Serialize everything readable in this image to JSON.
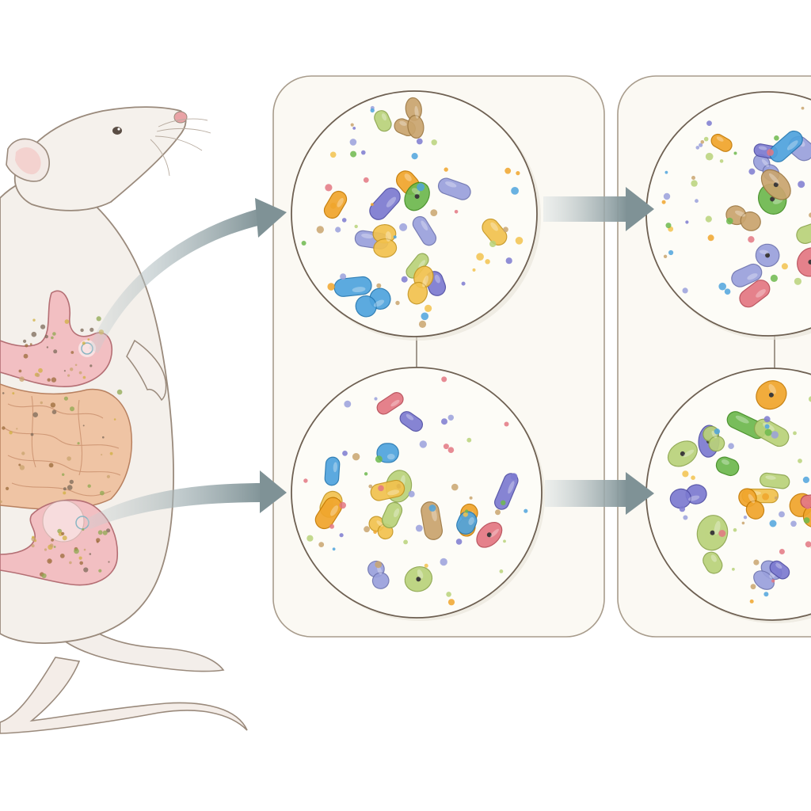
{
  "colors": {
    "background": "#ffffff",
    "panel_fill": "#fbf9f3",
    "panel_stroke": "#a89c8c",
    "dish_fill": "#fdfcf7",
    "dish_stroke": "#6e6052",
    "arrow": "#8c9ea3",
    "rat_body": "#f4f0eb",
    "rat_outline": "#9a8a7c",
    "stomach": "#f2bfc2",
    "intestine": "#efc4a4",
    "ear_inner": "#f3d2cf",
    "nose": "#e9a3a6"
  },
  "microbe_palette": [
    "#4fa3dd",
    "#7c7ad0",
    "#6db84e",
    "#f0a52c",
    "#e37782",
    "#c9a46e",
    "#9aa0dc",
    "#b9d27a",
    "#f2c24e"
  ],
  "icons": [
    "rat-illustration",
    "upper-gut-icon",
    "lower-gut-icon",
    "microbe-dish-icon",
    "arrow-icon",
    "connector-line"
  ],
  "panels": [
    {
      "id": "panel-1",
      "dishes": [
        "dish-upper-1",
        "dish-lower-1"
      ]
    },
    {
      "id": "panel-2",
      "dishes": [
        "dish-upper-2",
        "dish-lower-2"
      ]
    }
  ]
}
